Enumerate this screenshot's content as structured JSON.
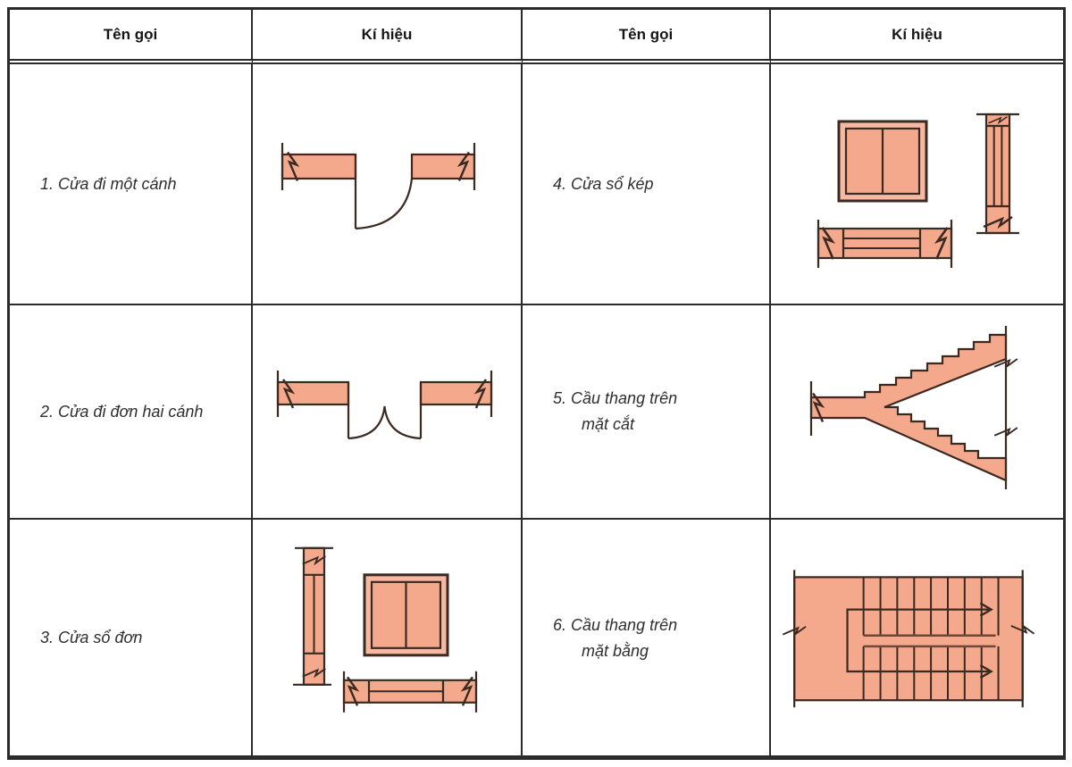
{
  "table": {
    "headers": [
      "Tên gọi",
      "Kí hiệu",
      "Tên gọi",
      "Kí hiệu"
    ],
    "rows": [
      {
        "left": {
          "label": "1. Cửa đi một cánh",
          "symbol": "door-single-leaf-plan"
        },
        "right": {
          "label": "4. Cửa sổ kép",
          "symbol": "window-double-plan-and-elevation"
        }
      },
      {
        "left": {
          "label": "2. Cửa đi đơn hai cánh",
          "symbol": "door-double-leaf-plan"
        },
        "right": {
          "label": "5. Cầu thang trên",
          "label2": "mặt cắt",
          "symbol": "stair-in-section"
        }
      },
      {
        "left": {
          "label": "3. Cửa sổ đơn",
          "symbol": "window-single-plan-and-elevation"
        },
        "right": {
          "label": "6. Cầu thang trên",
          "label2": "mặt bằng",
          "symbol": "stair-in-plan"
        }
      }
    ]
  },
  "colors": {
    "wall_fill": "#F5A98C",
    "wall_fill_light": "#F7B9A1",
    "outline": "#3A2A21",
    "grid_line": "#2B2B2B",
    "band_line": "#6F4638"
  }
}
